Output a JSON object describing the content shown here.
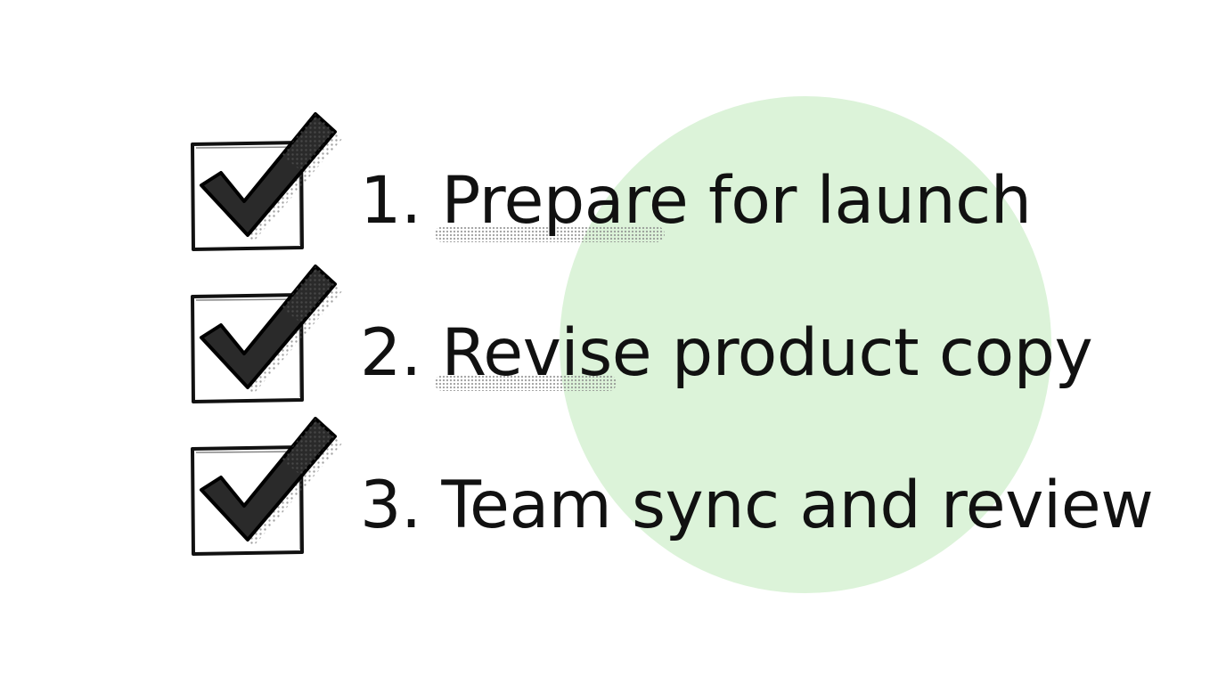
{
  "accent_color": "#dcf3d9",
  "items": [
    {
      "label": "1. Prepare for launch",
      "checked": true,
      "icon": "checkmark-icon"
    },
    {
      "label": "2. Revise product copy",
      "checked": true,
      "icon": "checkmark-icon"
    },
    {
      "label": "3. Team sync and review",
      "checked": true,
      "icon": "checkmark-icon"
    }
  ]
}
